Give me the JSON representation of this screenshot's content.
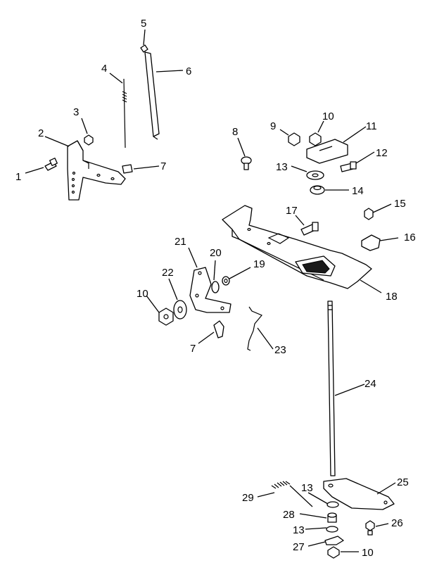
{
  "callouts": {
    "c1": "1",
    "c2": "2",
    "c3": "3",
    "c4": "4",
    "c5": "5",
    "c6": "6",
    "c7a": "7",
    "c7b": "7",
    "c8": "8",
    "c9": "9",
    "c10a": "10",
    "c10b": "10",
    "c10c": "10",
    "c11": "11",
    "c12": "12",
    "c13a": "13",
    "c13b": "13",
    "c13c": "13",
    "c14": "14",
    "c15": "15",
    "c16": "16",
    "c17": "17",
    "c18": "18",
    "c19": "19",
    "c20": "20",
    "c21": "21",
    "c22": "22",
    "c23": "23",
    "c24": "24",
    "c25": "25",
    "c26": "26",
    "c27": "27",
    "c28": "28",
    "c29": "29"
  }
}
